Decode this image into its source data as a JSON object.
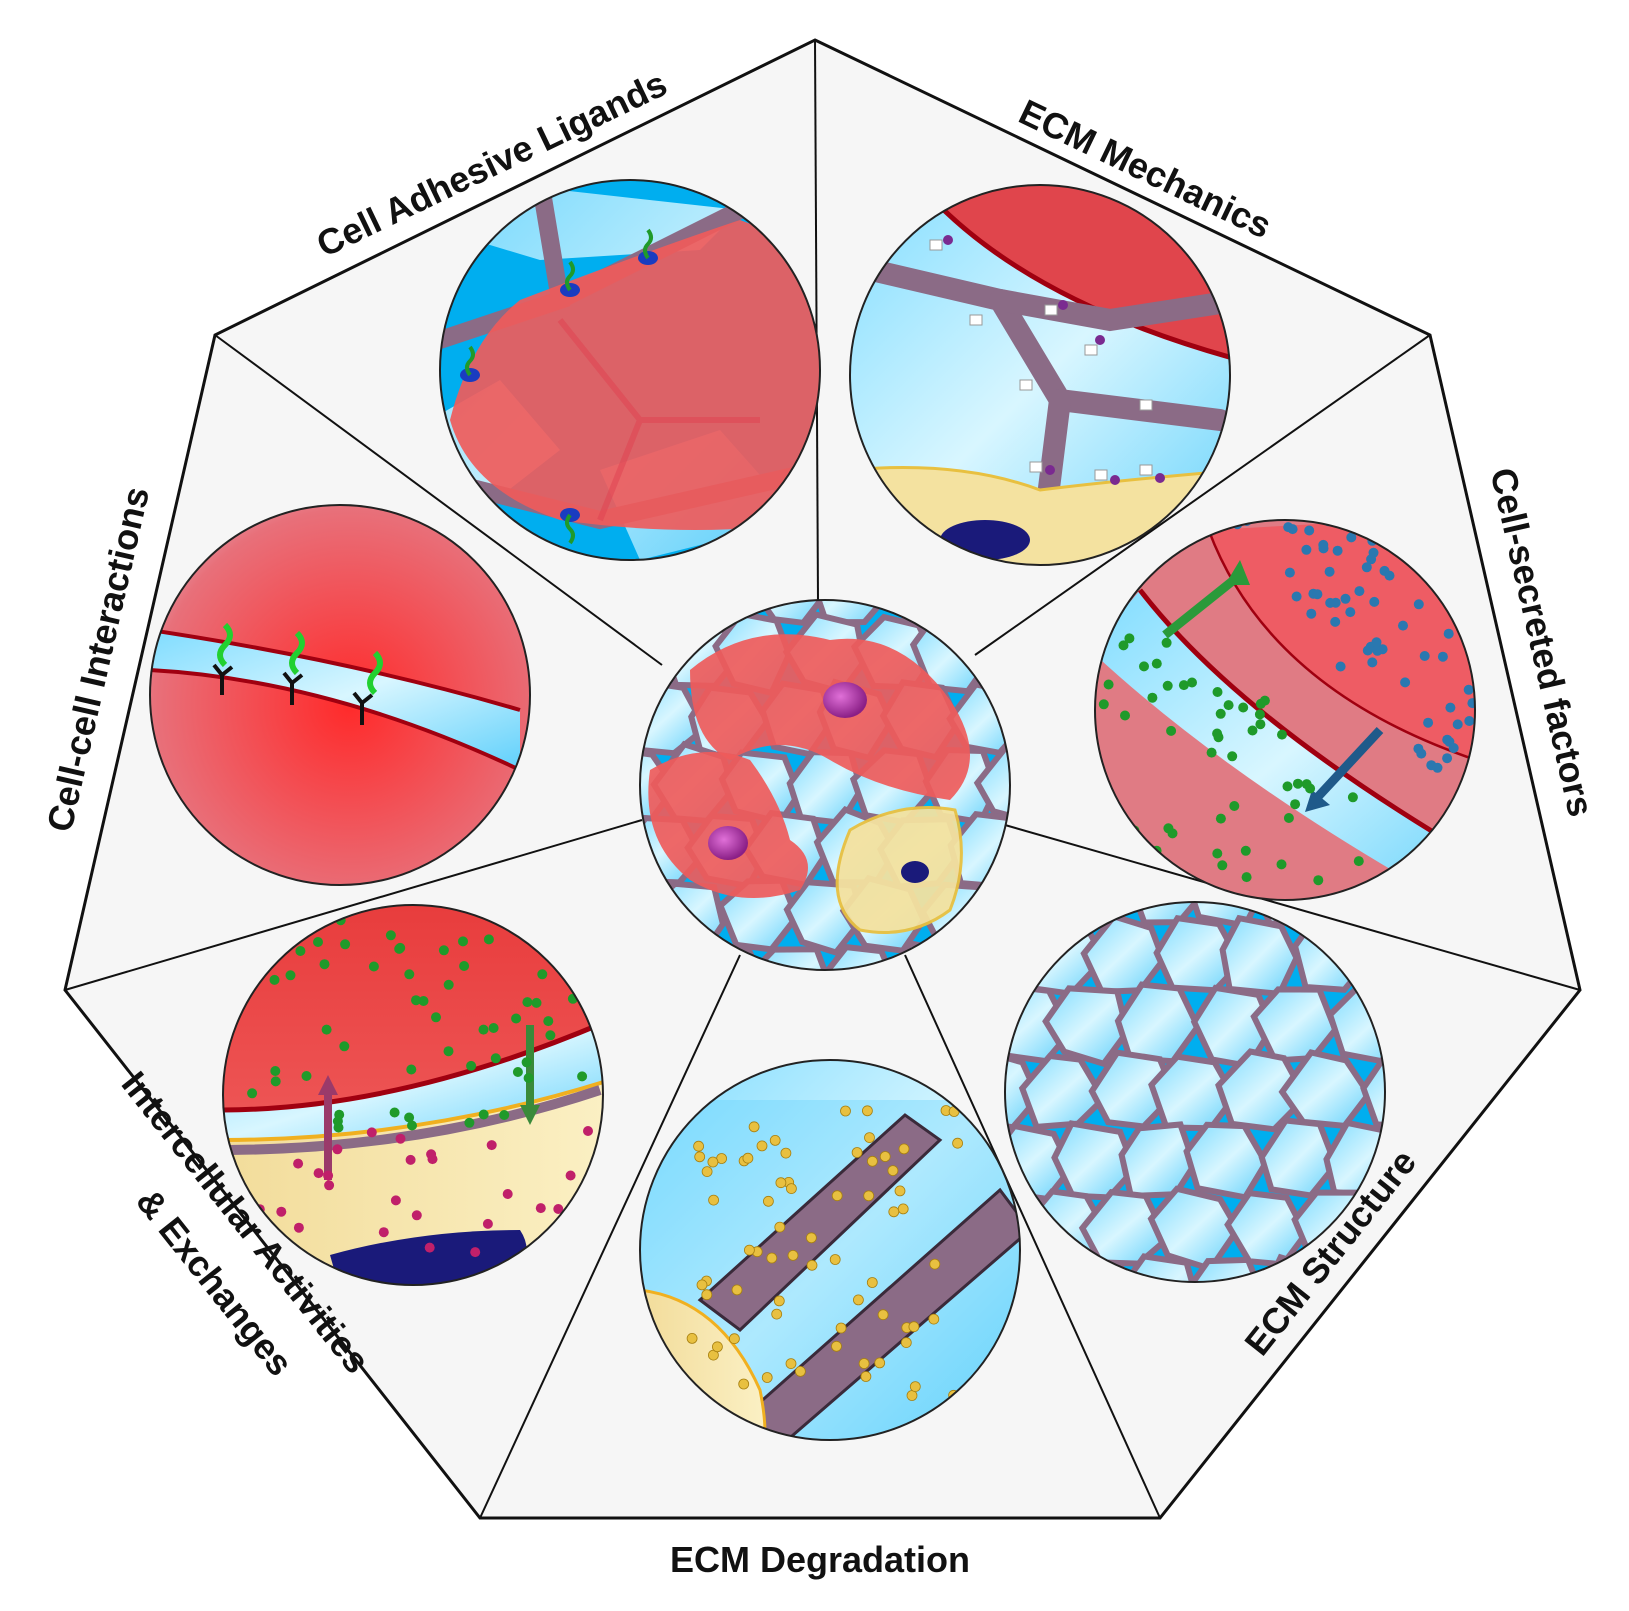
{
  "labels": {
    "cell_adhesive_ligands": "Cell Adhesive Ligands",
    "ecm_mechanics": "ECM Mechanics",
    "cell_secreted_factors": "Cell-secreted factors",
    "ecm_structure": "ECM Structure",
    "ecm_degradation": "ECM Degradation",
    "intercellular_line1": "Intercellular Activities",
    "intercellular_line2": "& Exchanges",
    "cell_cell_interactions": "Cell-cell Interactions"
  },
  "colors": {
    "background_panel": "#f6f6f6",
    "outline": "#111111",
    "ecm_fluid": "#00aeef",
    "ecm_fluid_light": "#bfeefc",
    "ecm_fiber": "#8b6b86",
    "cell_red": "#ef5b5b",
    "cell_red_dark": "#b00010",
    "cell_yellow": "#f4e2a0",
    "nucleus_blue": "#1a1a7a",
    "nucleus_purple": "#a0309a",
    "factor_green": "#1f9a2a",
    "factor_blue": "#2a78b0",
    "factor_magenta": "#c0206a",
    "factor_gold": "#e8c040"
  }
}
